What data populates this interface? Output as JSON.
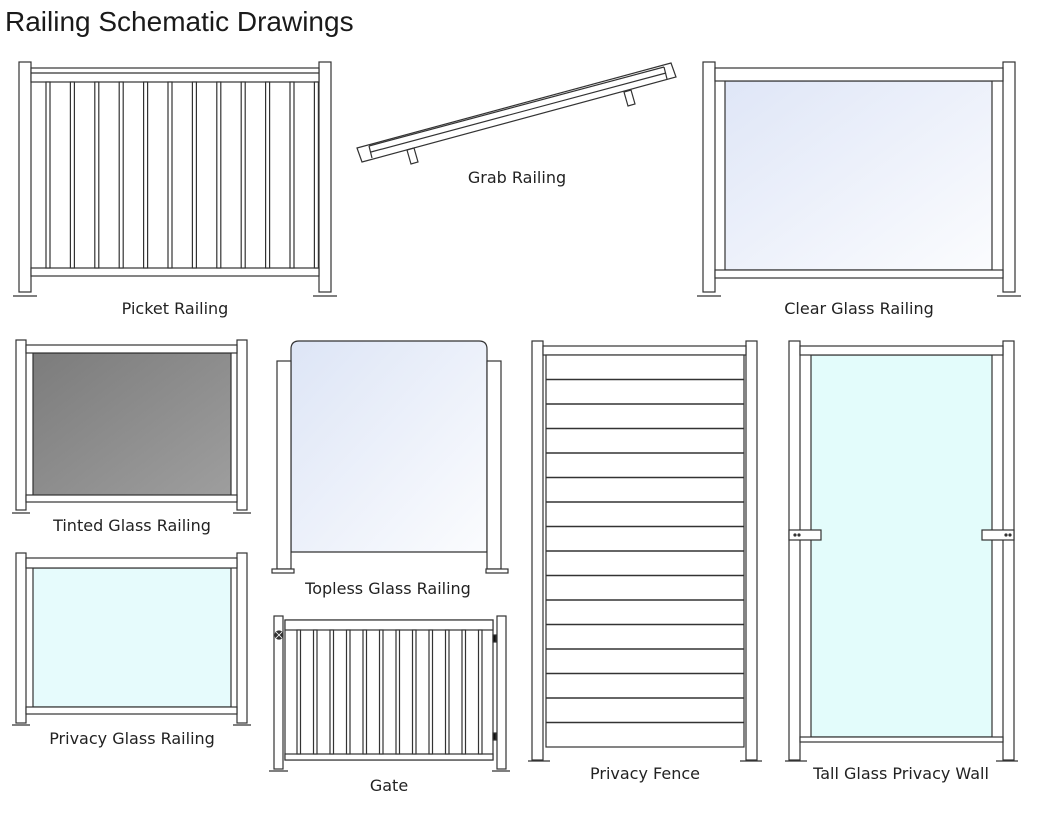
{
  "page": {
    "title": "Railing Schematic Drawings"
  },
  "drawings": [
    {
      "label": "Picket Railing"
    },
    {
      "label": "Grab Railing"
    },
    {
      "label": "Clear Glass Railing"
    },
    {
      "label": "Tinted Glass Railing"
    },
    {
      "label": "Topless Glass Railing"
    },
    {
      "label": "Privacy Glass Railing"
    },
    {
      "label": "Gate"
    },
    {
      "label": "Privacy Fence"
    },
    {
      "label": "Tall Glass Privacy Wall"
    }
  ],
  "colors": {
    "line": "#333333",
    "clear_glass": "#e4ebf8",
    "tinted_glass": "#8a8a8a",
    "privacy_glass": "#e6fbfc",
    "tall_glass": "#e3fcfb"
  }
}
